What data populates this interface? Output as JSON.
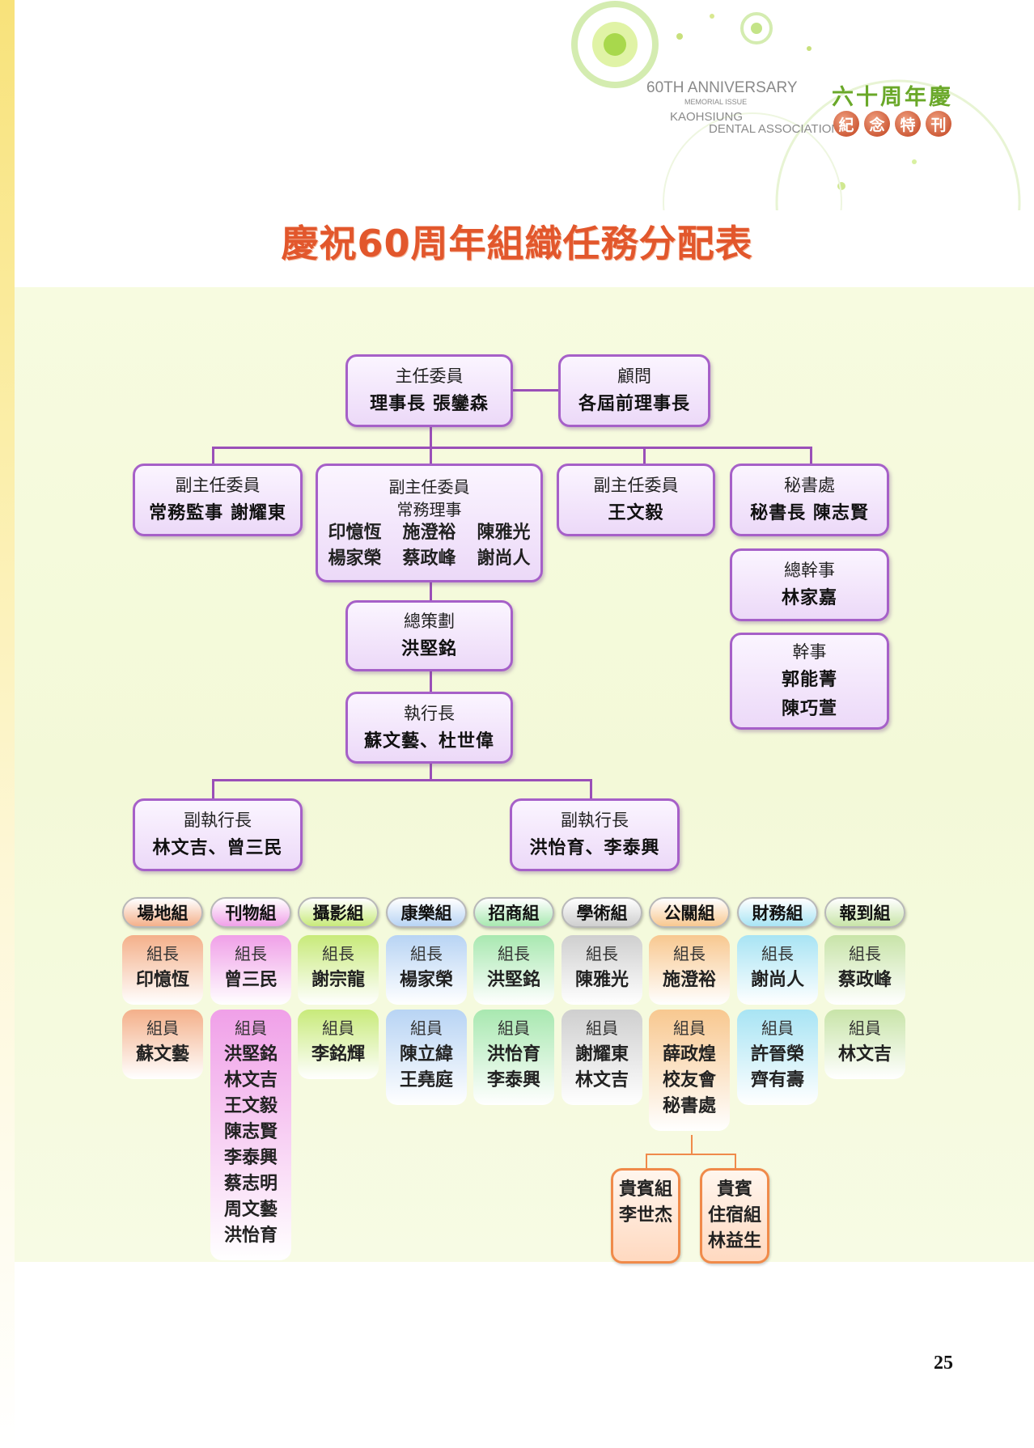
{
  "header": {
    "anniversary_line1": "60TH ANNIVERSARY",
    "anniversary_line2": "MEMORIAL ISSUE",
    "anniversary_line3": "KAOHSIUNG",
    "anniversary_line4": "DENTAL ASSOCIATION",
    "anniversary_title": "六十周年慶",
    "seal_chars": [
      "紀",
      "念",
      "特",
      "刊"
    ]
  },
  "title": "慶祝60周年組織任務分配表",
  "org": {
    "chair": {
      "role": "主任委員",
      "name": "理事長 張鑾森"
    },
    "advisor": {
      "role": "顧問",
      "name": "各屆前理事長"
    },
    "vice1": {
      "role": "副主任委員",
      "name": "常務監事 謝耀東"
    },
    "vice2": {
      "role": "副主任委員",
      "sub": "常務理事",
      "names": [
        "印憶恆",
        "施澄裕",
        "陳雅光",
        "楊家榮",
        "蔡政峰",
        "謝尚人"
      ]
    },
    "vice3": {
      "role": "副主任委員",
      "name": "王文毅"
    },
    "secretariat": {
      "role": "秘書處",
      "name": "秘書長 陳志賢"
    },
    "general_officer": {
      "role": "總幹事",
      "name": "林家嘉"
    },
    "officer": {
      "role": "幹事",
      "names": [
        "郭能菁",
        "陳巧萱"
      ]
    },
    "planner": {
      "role": "總策劃",
      "name": "洪堅銘"
    },
    "exec": {
      "role": "執行長",
      "name": "蘇文藝、杜世偉"
    },
    "vice_exec1": {
      "role": "副執行長",
      "name": "林文吉、曾三民"
    },
    "vice_exec2": {
      "role": "副執行長",
      "name": "洪怡育、李泰興"
    }
  },
  "labels": {
    "leader": "組長",
    "member": "組員"
  },
  "groups": [
    {
      "name": "場地組",
      "color": "#f4b08a",
      "leader": "印憶恆",
      "members": [
        "蘇文藝"
      ]
    },
    {
      "name": "刊物組",
      "color": "#f0a0e8",
      "leader": "曾三民",
      "members": [
        "洪堅銘",
        "林文吉",
        "王文毅",
        "陳志賢",
        "李泰興",
        "蔡志明",
        "周文藝",
        "洪怡育"
      ]
    },
    {
      "name": "攝影組",
      "color": "#c8ea7a",
      "leader": "謝宗龍",
      "members": [
        "李銘輝"
      ]
    },
    {
      "name": "康樂組",
      "color": "#b8d4f4",
      "leader": "楊家榮",
      "members": [
        "陳立緯",
        "王堯庭"
      ]
    },
    {
      "name": "招商組",
      "color": "#a8e8b0",
      "leader": "洪堅銘",
      "members": [
        "洪怡育",
        "李泰興"
      ]
    },
    {
      "name": "學術組",
      "color": "#cfcfcf",
      "leader": "陳雅光",
      "members": [
        "謝耀東",
        "林文吉"
      ]
    },
    {
      "name": "公關組",
      "color": "#f8c890",
      "leader": "施澄裕",
      "members": [
        "薛政煌",
        "校友會",
        "秘書處"
      ]
    },
    {
      "name": "財務組",
      "color": "#a8e4f4",
      "leader": "謝尚人",
      "members": [
        "許晉榮",
        "齊有壽"
      ]
    },
    {
      "name": "報到組",
      "color": "#c8e4a8",
      "leader": "蔡政峰",
      "members": [
        "林文吉"
      ]
    }
  ],
  "vip": [
    {
      "role": "貴賓組",
      "names": [
        "李世杰"
      ]
    },
    {
      "role": "貴賓",
      "names": [
        "住宿組",
        "林益生"
      ]
    }
  ],
  "page_number": "25"
}
